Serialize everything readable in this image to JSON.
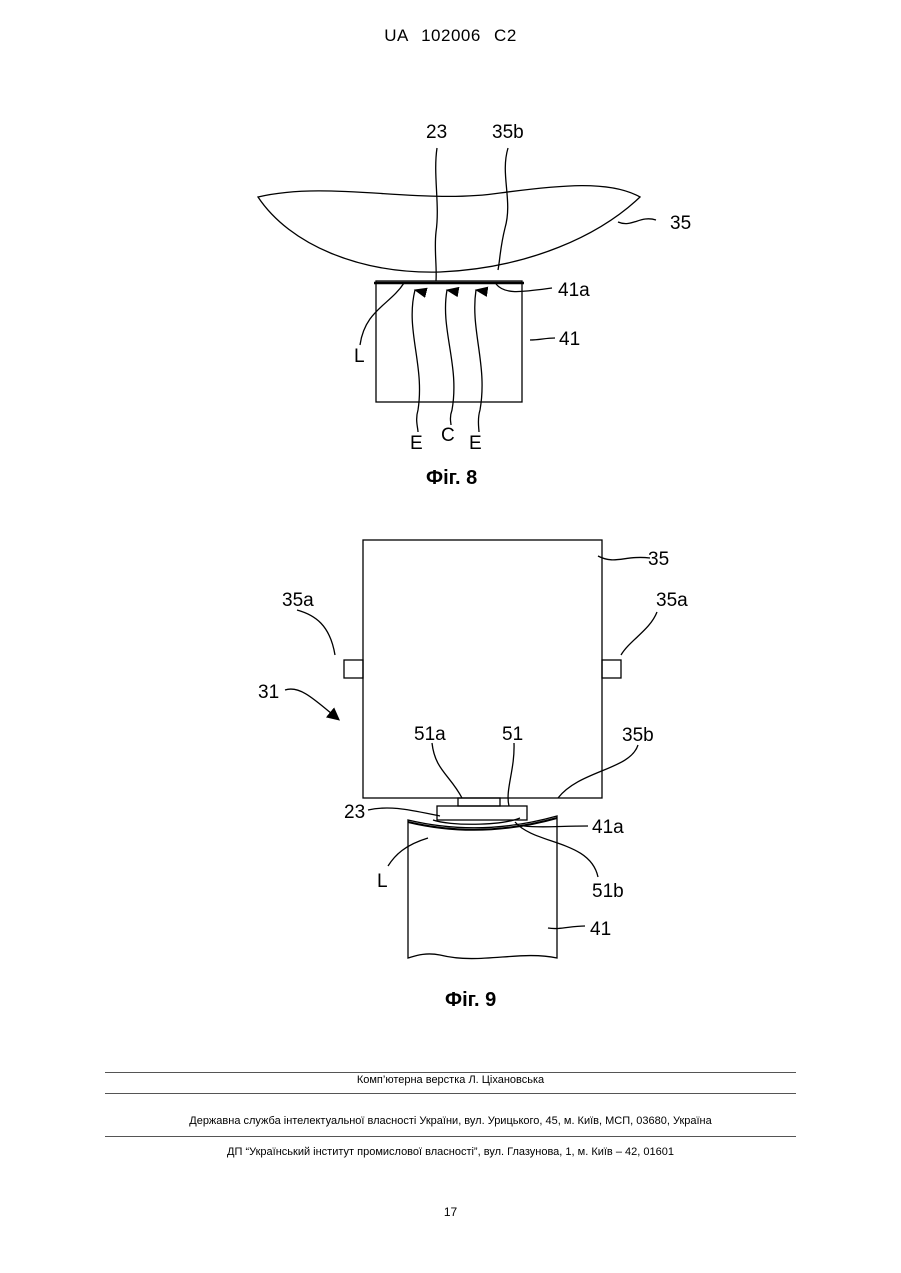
{
  "header": {
    "doc_code": "UA   102006   C2"
  },
  "figure8": {
    "caption": "Фіг. 8",
    "labels": {
      "l23": "23",
      "l35b": "35b",
      "l35": "35",
      "l41a": "41a",
      "l41": "41",
      "lL": "L",
      "lE1": "E",
      "lC": "C",
      "lE2": "E"
    }
  },
  "figure9": {
    "caption": "Фіг. 9",
    "labels": {
      "l35": "35",
      "l35a_left": "35a",
      "l35a_right": "35a",
      "l31": "31",
      "l51a": "51a",
      "l51": "51",
      "l35b": "35b",
      "l23": "23",
      "l41a": "41a",
      "lL": "L",
      "l51b": "51b",
      "l41": "41"
    }
  },
  "footer": {
    "typesetting": "Комп’ютерна верстка Л. Ціхановська",
    "agency": "Державна служба інтелектуальної власності України, вул. Урицького, 45, м. Київ, МСП, 03680, Україна",
    "institute": "ДП “Український інститут промислової власності”, вул. Глазунова, 1, м. Київ – 42, 01601"
  },
  "page_number": "17"
}
